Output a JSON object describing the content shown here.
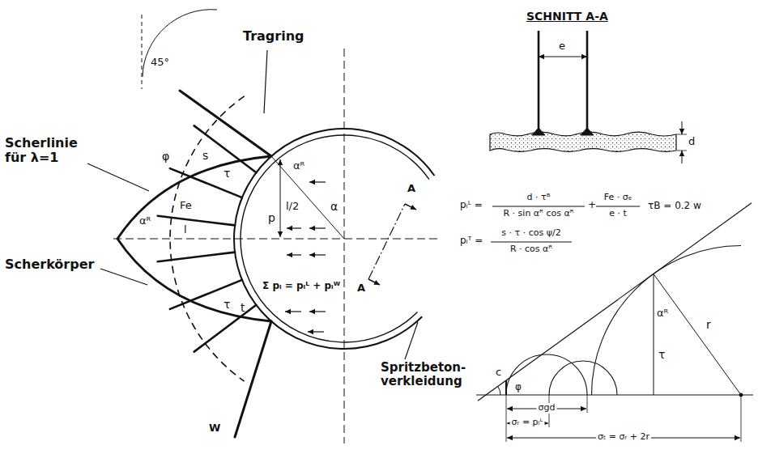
{
  "diagram": {
    "labels": [
      "Tragring",
      "Scherlinie für λ=1",
      "Scherkörper",
      "Spritzbeton- verkleidung",
      "45°",
      "s",
      "τ",
      "φ",
      "αᴿ",
      "p",
      "l/2",
      "α",
      "A",
      "A",
      "Fe",
      "l",
      "αᴿ",
      "Σ pᵢ = pᵢᴸ + pᵢᵂ",
      "t",
      "τ",
      "W",
      "SCHNITT A-A",
      "e",
      "d",
      "pᵢᴸ =",
      "d · τᴮ",
      "R · sin αᴿ cos αᴿ",
      "+",
      "Fe · σₑ",
      "e · t",
      "τB = 0.2 w",
      "pᵢᵀ =",
      "s · τ · cos ψ/2",
      "R · cos αᴿ",
      "αᴿ",
      "τ",
      "r",
      "c",
      "φ",
      "σgd",
      "σᵣ = pᵢᴸ",
      "σₜ = σᵣ + 2r"
    ]
  }
}
